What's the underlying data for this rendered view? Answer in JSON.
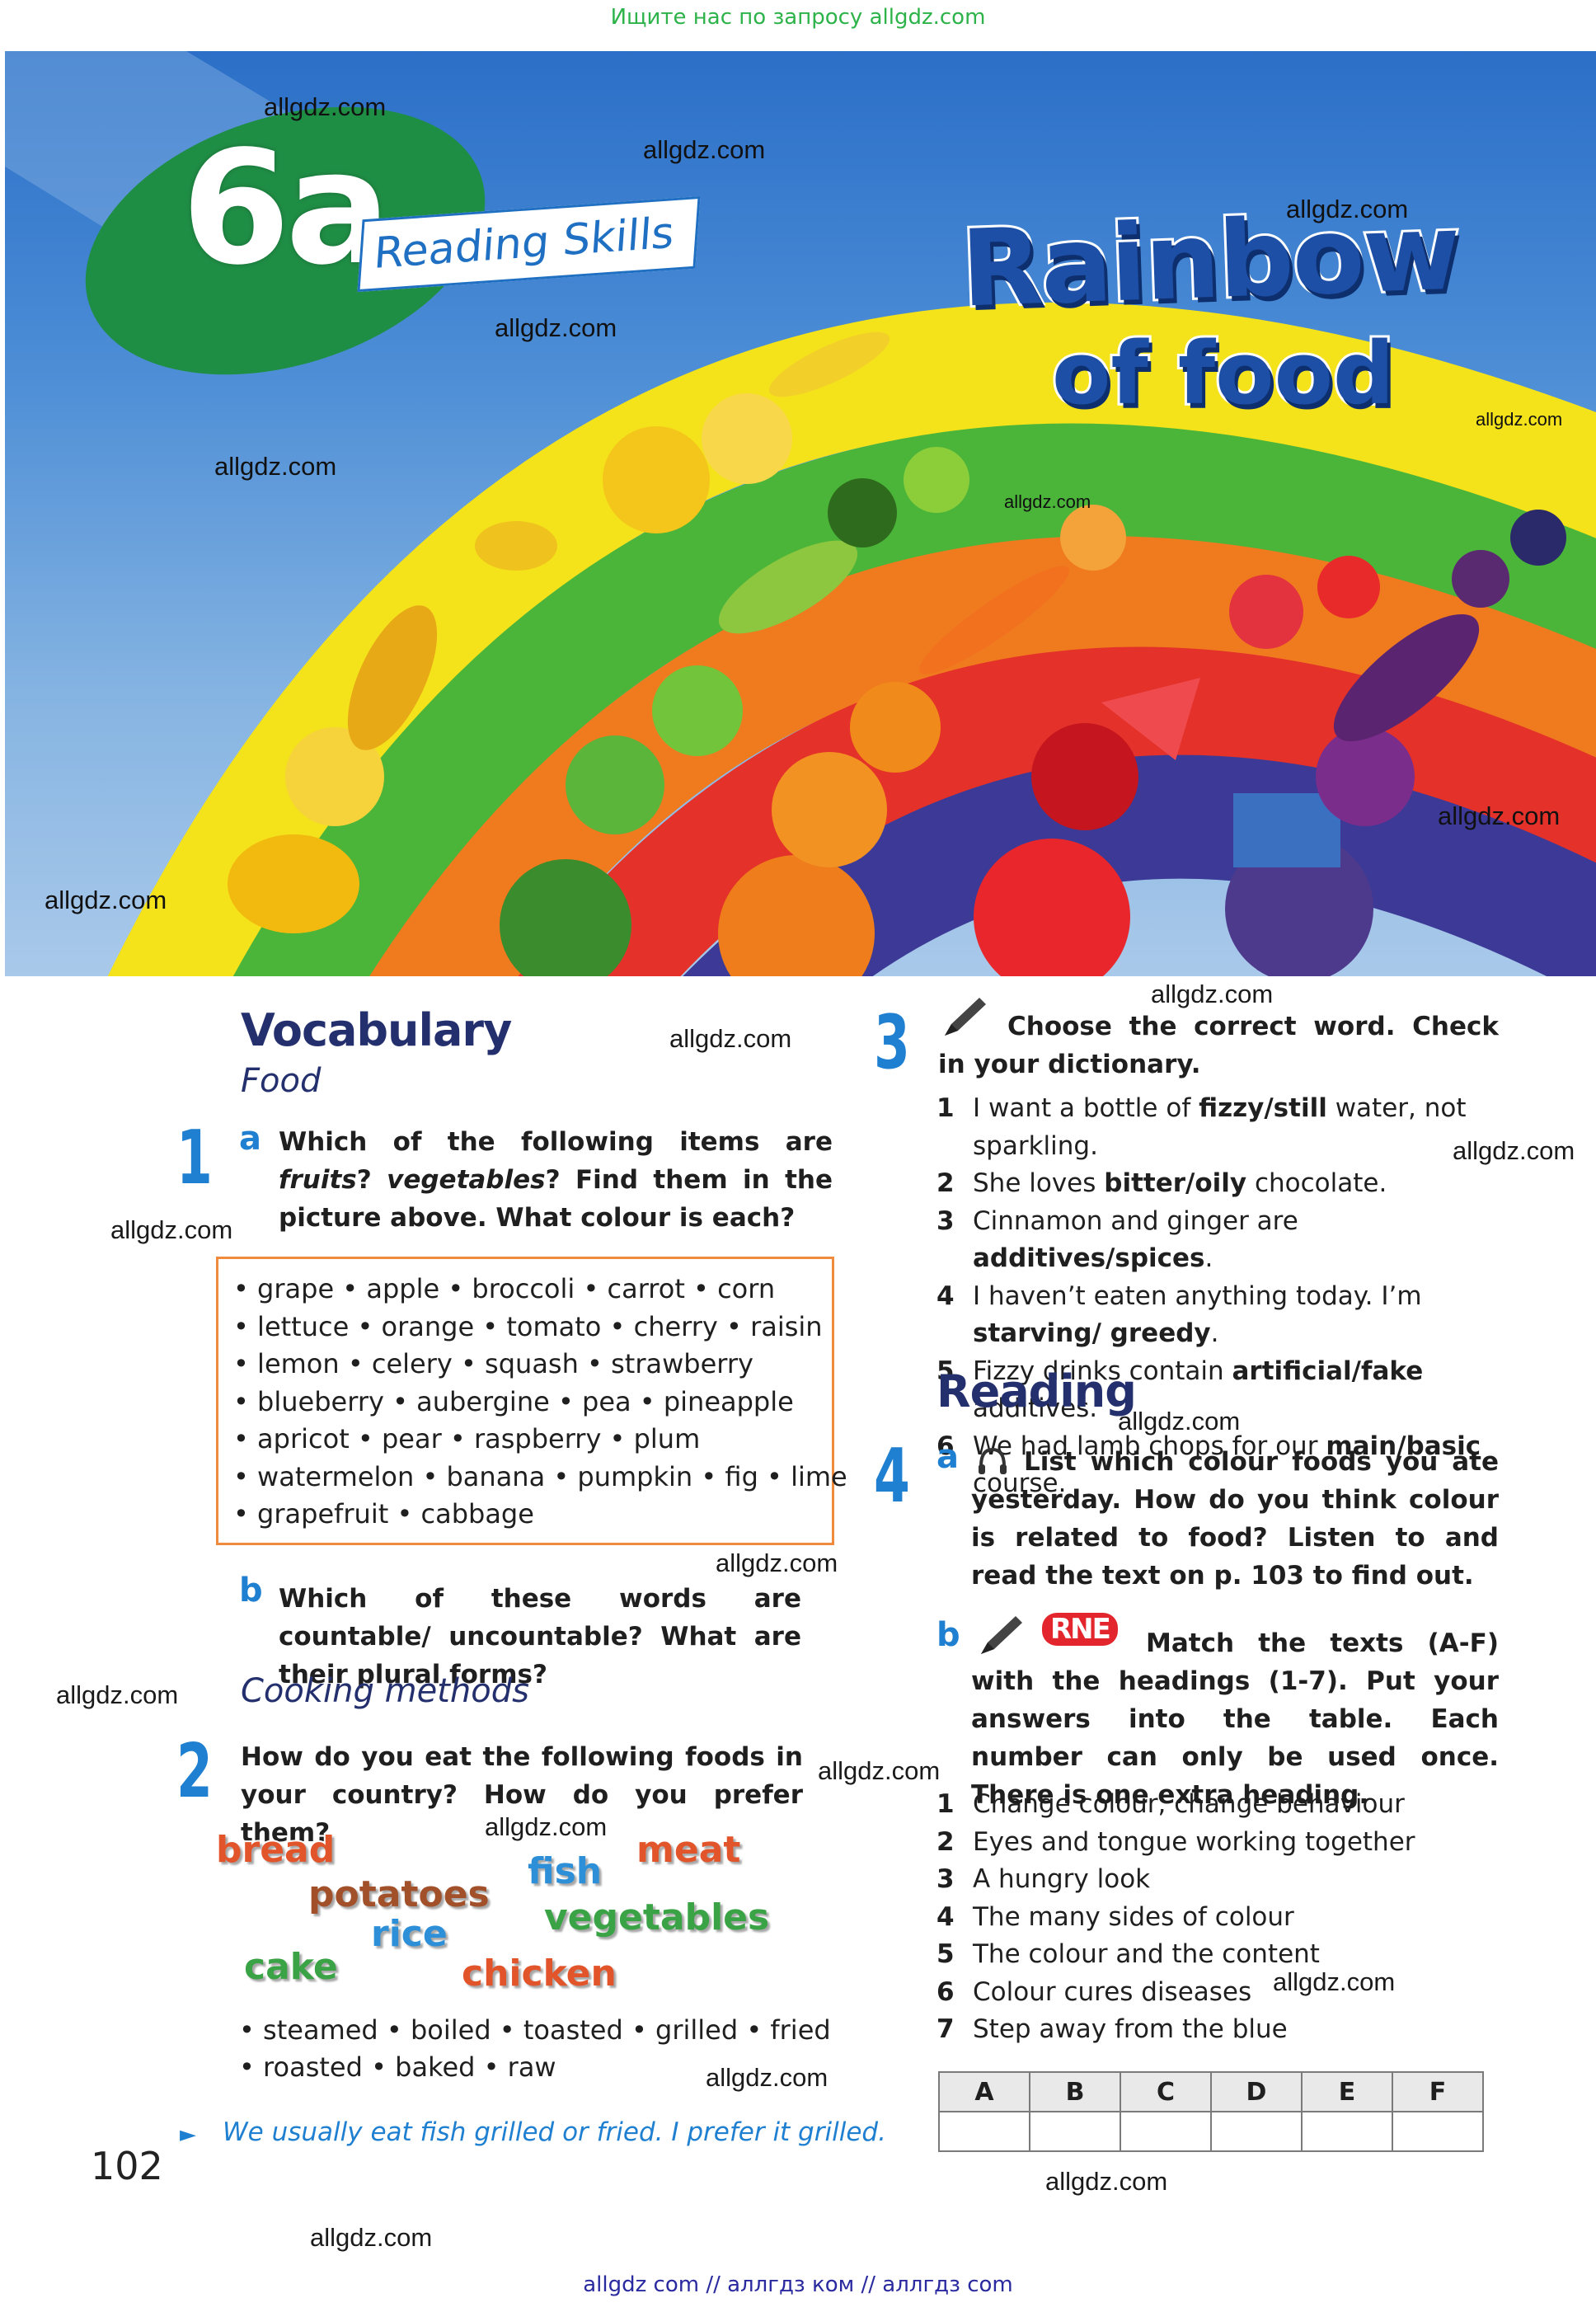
{
  "top_hint": "Ищите нас по запросу allgdz.com",
  "banner": {
    "unit": "6a",
    "skills": "Reading Skills",
    "title_line1": "Rainbow",
    "title_line2": "of food"
  },
  "watermark": "allgdz.com",
  "bottom_watermark": "allgdz com  //  аллгдз ком  //  аллгдз com",
  "vocabulary": {
    "title": "Vocabulary",
    "subtitle": "Food",
    "ex1": {
      "number": "1",
      "a_letter": "a",
      "a_parts": [
        "Which of the following items are ",
        "fruits",
        "? ",
        "vegetables",
        "? Find them in the picture above. What colour is each?"
      ],
      "word_lines": [
        "• grape  • apple  • broccoli  • carrot • corn",
        "• lettuce  • orange  • tomato  • cherry  • raisin",
        "• lemon  • celery  • squash  • strawberry",
        "• blueberry  • aubergine  • pea  • pineapple",
        "• apricot  • pear • raspberry  • plum",
        "• watermelon  • banana  • pumpkin  • fig  • lime",
        "• grapefruit  • cabbage"
      ],
      "b_letter": "b",
      "b_text": "Which of these words are countable/ uncountable? What are their plural forms?"
    },
    "cooking_title": "Cooking methods",
    "ex2": {
      "number": "2",
      "text": "How do you eat the following foods in your country? How do you prefer them?",
      "foods": [
        {
          "word": "bread",
          "color": "#e2542a"
        },
        {
          "word": "meat",
          "color": "#e2542a"
        },
        {
          "word": "fish",
          "color": "#2c8fd8"
        },
        {
          "word": "potatoes",
          "color": "#a1502a"
        },
        {
          "word": "rice",
          "color": "#2c8fd8"
        },
        {
          "word": "vegetables",
          "color": "#3aa346"
        },
        {
          "word": "cake",
          "color": "#3aa346"
        },
        {
          "word": "chicken",
          "color": "#e2542a"
        }
      ],
      "methods_line1": "• steamed  • boiled  • toasted  • grilled • fried",
      "methods_line2": "• roasted  • baked  • raw",
      "example": "We usually eat fish grilled or fried. I prefer it grilled."
    }
  },
  "ex3": {
    "number": "3",
    "instruction": "Choose the correct word. Check in your dictionary.",
    "sentences": [
      {
        "n": "1",
        "pre": "I want a bottle of ",
        "bold": "fizzy/still",
        "post": " water, not sparkling."
      },
      {
        "n": "2",
        "pre": "She loves ",
        "bold": "bitter/oily",
        "post": " chocolate."
      },
      {
        "n": "3",
        "pre": "Cinnamon and ginger are ",
        "bold": "additives/spices",
        "post": "."
      },
      {
        "n": "4",
        "pre": "I haven’t eaten anything today. I’m ",
        "bold": "starving/ greedy",
        "post": "."
      },
      {
        "n": "5",
        "pre": "Fizzy drinks contain ",
        "bold": "artificial/fake",
        "post": " additives."
      },
      {
        "n": "6",
        "pre": "We had lamb chops for our ",
        "bold": "main/basic",
        "post": " course."
      }
    ]
  },
  "reading": {
    "title": "Reading",
    "ex4": {
      "number": "4",
      "a_letter": "a",
      "a_text": "List which colour foods you ate yesterday. How do you think colour is related to food? Listen to and read the text on p. 103 to find out.",
      "b_letter": "b",
      "rne": "RNE",
      "b_text": "Match the texts (A-F) with the headings (1-7). Put your answers into the table. Each number can only be used once. There is one extra heading.",
      "headings": [
        {
          "n": "1",
          "text": "Change colour, change behaviour"
        },
        {
          "n": "2",
          "text": "Eyes and tongue working together"
        },
        {
          "n": "3",
          "text": "A hungry look"
        },
        {
          "n": "4",
          "text": "The many sides of colour"
        },
        {
          "n": "5",
          "text": "The colour and the content"
        },
        {
          "n": "6",
          "text": "Colour cures diseases"
        },
        {
          "n": "7",
          "text": "Step away from the blue"
        }
      ],
      "table_headers": [
        "A",
        "B",
        "C",
        "D",
        "E",
        "F"
      ]
    }
  },
  "page_number": "102"
}
